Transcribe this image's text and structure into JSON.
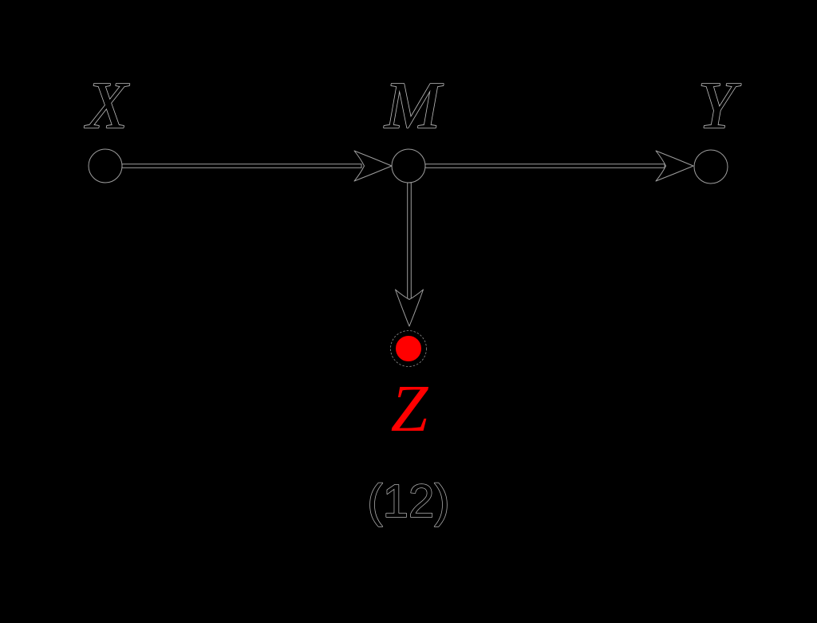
{
  "figure": {
    "kind": "causal-graph",
    "caption": "(12)",
    "nodes": [
      {
        "id": "X",
        "label": "X",
        "fill": "#000000",
        "highlighted": false
      },
      {
        "id": "M",
        "label": "M",
        "fill": "#000000",
        "highlighted": false
      },
      {
        "id": "Y",
        "label": "Y",
        "fill": "#000000",
        "highlighted": false
      },
      {
        "id": "Z",
        "label": "Z",
        "fill": "#ff0000",
        "label_color": "#ff0000",
        "highlighted": true
      }
    ],
    "edges": [
      {
        "from": "X",
        "to": "M"
      },
      {
        "from": "M",
        "to": "Y"
      },
      {
        "from": "M",
        "to": "Z"
      }
    ],
    "colors": {
      "background": "#000000",
      "ink": "#000000",
      "edge_outline": "#9e9e9e",
      "highlight": "#ff0000"
    }
  }
}
